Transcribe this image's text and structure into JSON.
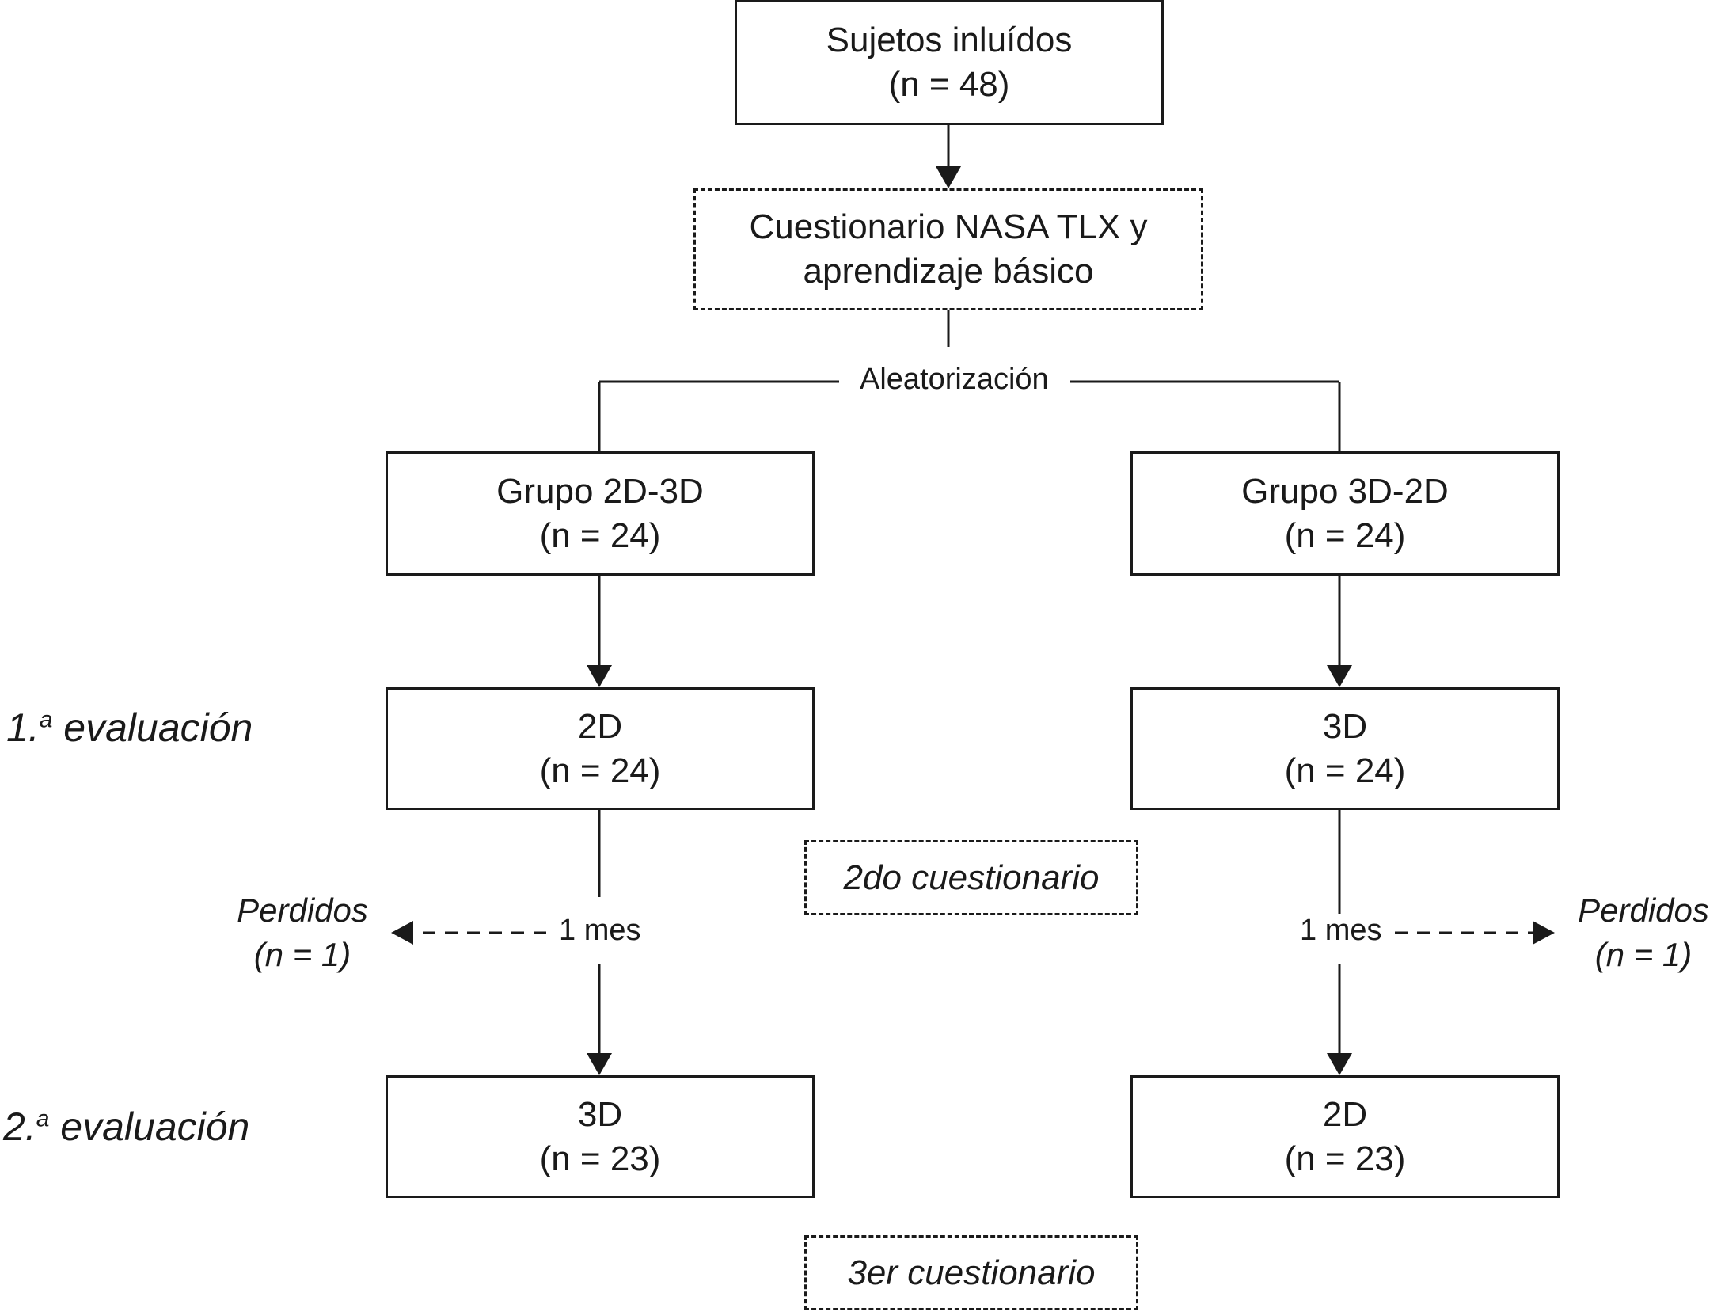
{
  "top": {
    "line1": "Sujetos inluídos",
    "line2": "(n = 48)"
  },
  "questionnaire": {
    "line1": "Cuestionario NASA TLX y",
    "line2": "aprendizaje básico"
  },
  "randomization": "Aleatorización",
  "group_left": {
    "line1": "Grupo 2D-3D",
    "line2": "(n = 24)"
  },
  "group_right": {
    "line1": "Grupo 3D-2D",
    "line2": "(n = 24)"
  },
  "eval1": {
    "label_num": "1.",
    "label_sup": "a",
    "label_word": "evaluación",
    "left": {
      "line1": "2D",
      "line2": "(n = 24)"
    },
    "right": {
      "line1": "3D",
      "line2": "(n = 24)"
    }
  },
  "second_questionnaire": "2do cuestionario",
  "interval": {
    "left": "1 mes",
    "right": "1 mes"
  },
  "lost": {
    "left": {
      "line1": "Perdidos",
      "line2": "(n = 1)"
    },
    "right": {
      "line1": "Perdidos",
      "line2": "(n = 1)"
    }
  },
  "eval2": {
    "label_num": "2.",
    "label_sup": "a",
    "label_word": "evaluación",
    "left": {
      "line1": "3D",
      "line2": "(n = 23)"
    },
    "right": {
      "line1": "2D",
      "line2": "(n = 23)"
    }
  },
  "third_questionnaire": "3er cuestionario"
}
